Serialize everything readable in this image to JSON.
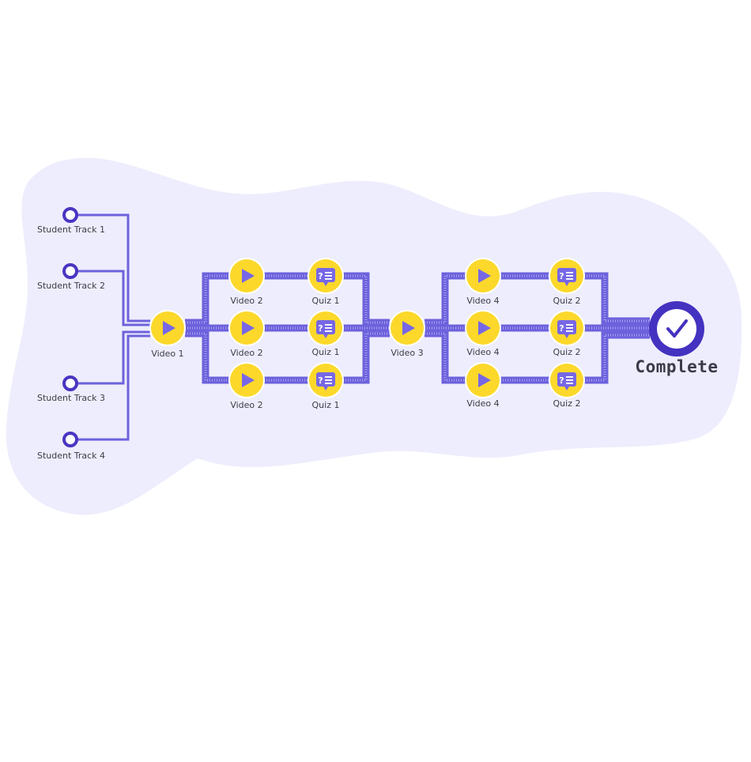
{
  "colors": {
    "background_blob": "#eeedfd",
    "path_line": "#6d62dc",
    "path_dots": "#a79ff0",
    "start_node": "#4a35c2",
    "node_fill": "#fcd82b",
    "node_icon": "#7767e6",
    "complete_outer": "#4432c0",
    "label_text": "#3c3c46"
  },
  "diagram": {
    "start_tracks": [
      {
        "id": "t1",
        "label": "Student Track 1"
      },
      {
        "id": "t2",
        "label": "Student Track 2"
      },
      {
        "id": "t3",
        "label": "Student Track 3"
      },
      {
        "id": "t4",
        "label": "Student Track 4"
      }
    ],
    "nodes": [
      {
        "id": "v1",
        "type": "video",
        "icon": "play-icon",
        "label": "Video 1"
      },
      {
        "id": "v2a",
        "type": "video",
        "icon": "play-icon",
        "label": "Video 2"
      },
      {
        "id": "v2b",
        "type": "video",
        "icon": "play-icon",
        "label": "Video 2"
      },
      {
        "id": "v2c",
        "type": "video",
        "icon": "play-icon",
        "label": "Video 2"
      },
      {
        "id": "q1a",
        "type": "quiz",
        "icon": "quiz-chat-icon",
        "label": "Quiz 1"
      },
      {
        "id": "q1b",
        "type": "quiz",
        "icon": "quiz-chat-icon",
        "label": "Quiz 1"
      },
      {
        "id": "q1c",
        "type": "quiz",
        "icon": "quiz-chat-icon",
        "label": "Quiz 1"
      },
      {
        "id": "v3",
        "type": "video",
        "icon": "play-icon",
        "label": "Video 3"
      },
      {
        "id": "v4a",
        "type": "video",
        "icon": "play-icon",
        "label": "Video 4"
      },
      {
        "id": "v4b",
        "type": "video",
        "icon": "play-icon",
        "label": "Video 4"
      },
      {
        "id": "v4c",
        "type": "video",
        "icon": "play-icon",
        "label": "Video 4"
      },
      {
        "id": "q2a",
        "type": "quiz",
        "icon": "quiz-chat-icon",
        "label": "Quiz 2"
      },
      {
        "id": "q2b",
        "type": "quiz",
        "icon": "quiz-chat-icon",
        "label": "Quiz 2"
      },
      {
        "id": "q2c",
        "type": "quiz",
        "icon": "quiz-chat-icon",
        "label": "Quiz 2"
      }
    ],
    "complete": {
      "icon": "check-icon",
      "label": "Complete"
    }
  }
}
